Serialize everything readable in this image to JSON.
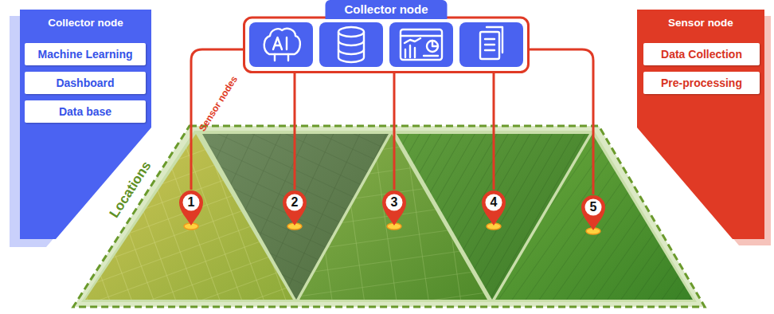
{
  "diagram": {
    "nodes": [
      {
        "text": [
          "Collector node"
        ]
      },
      {
        "text": [
          "Machine Learning"
        ],
        "in": 0
      },
      {
        "text": [
          "Dashboard"
        ],
        "in": 0
      },
      {
        "text": [
          "Data base"
        ],
        "in": 0
      },
      {
        "text": [
          "Collector node"
        ]
      },
      {
        "text": [
          "Sensor node"
        ]
      },
      {
        "text": [
          "Data Collection"
        ],
        "in": 5
      },
      {
        "text": [
          "Pre-processing"
        ],
        "in": 5
      },
      {
        "text": [
          "1"
        ]
      },
      {
        "text": [
          "2"
        ]
      },
      {
        "text": [
          "3"
        ]
      },
      {
        "text": [
          "4"
        ]
      },
      {
        "text": [
          "5"
        ]
      }
    ],
    "edges": [
      {
        "from": 4,
        "to": 8,
        "arrow": "none"
      },
      {
        "from": 4,
        "to": 9,
        "arrow": "none"
      },
      {
        "from": 4,
        "to": 10,
        "arrow": "none"
      },
      {
        "from": 4,
        "to": 11,
        "arrow": "none"
      },
      {
        "from": 4,
        "to": 12,
        "arrow": "none"
      }
    ],
    "labels": [
      "Sensor nodes",
      "Locations"
    ]
  }
}
